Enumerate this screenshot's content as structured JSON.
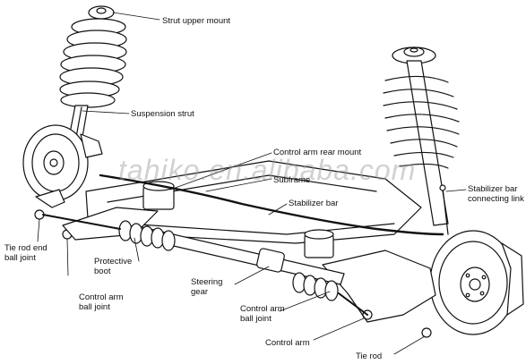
{
  "labels": {
    "strut_upper_mount": "Strut upper mount",
    "suspension_strut": "Suspension strut",
    "control_arm_rear_mount": "Control arm rear mount",
    "subframe": "Subframe",
    "stabilizer_bar": "Stabilizer bar",
    "stabilizer_bar_link": "Stabilizer bar\nconnecting link",
    "tie_rod_end": "Tie rod end\nball joint",
    "protective_boot": "Protective\nboot",
    "steering_gear": "Steering\ngear",
    "control_arm_ball_joint_left": "Control arm\nball joint",
    "control_arm_ball_joint_right": "Control arm\nball joint",
    "control_arm": "Control arm",
    "tie_rod": "Tie rod"
  },
  "watermark": "tahiko.en.alibaba.com"
}
